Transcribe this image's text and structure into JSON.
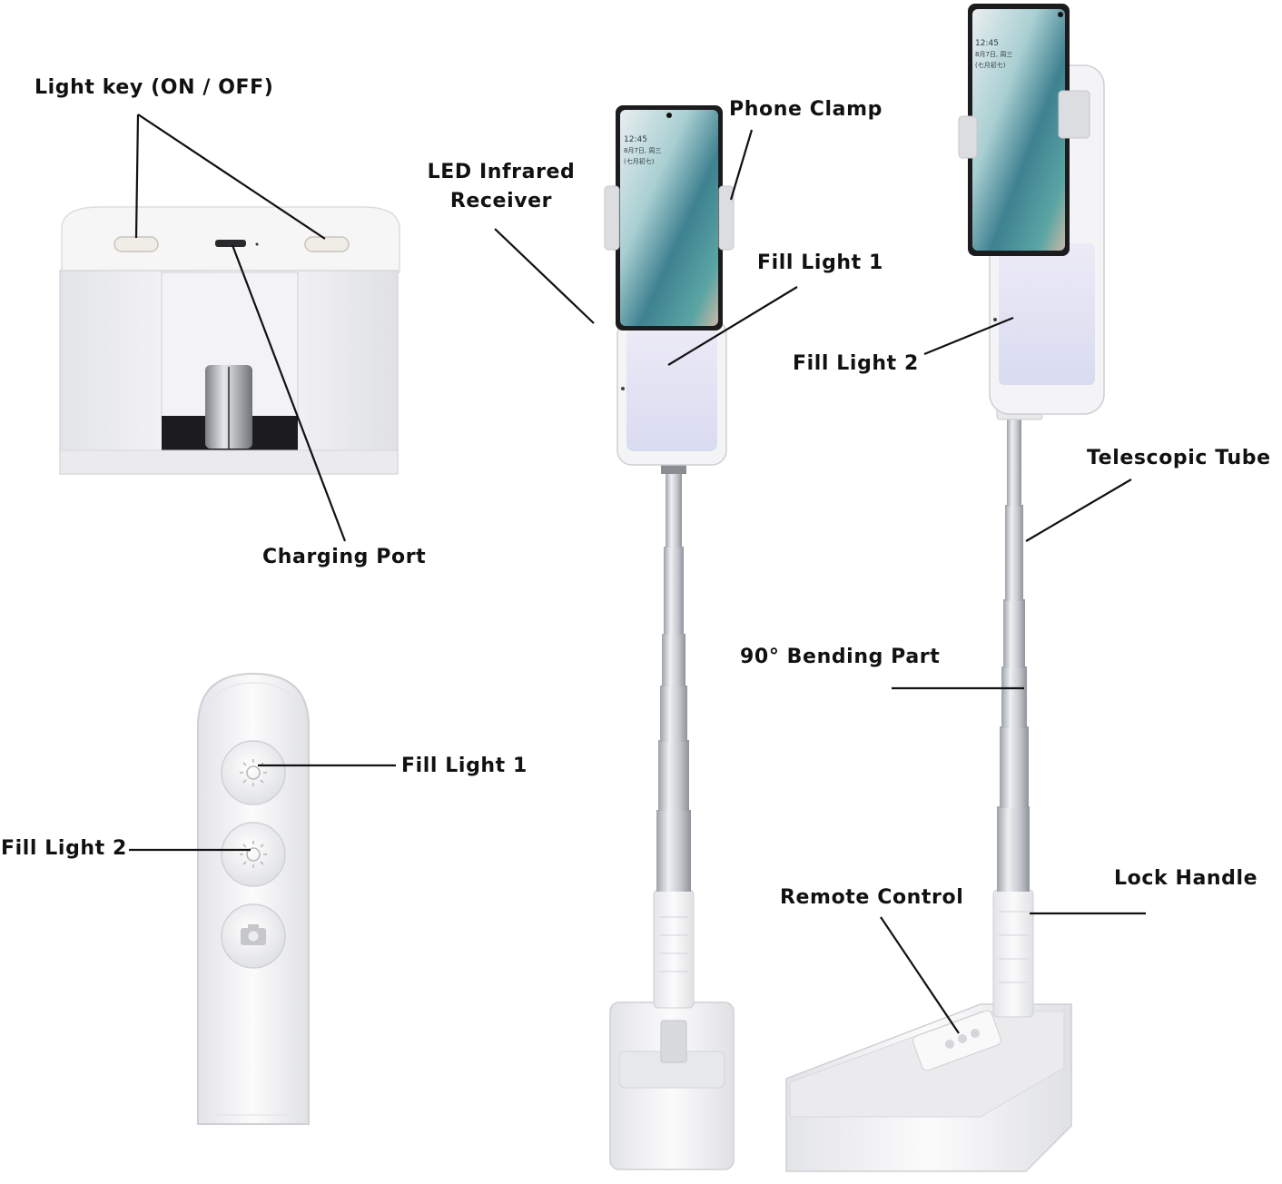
{
  "colors": {
    "label_text": "#111111",
    "leader_line": "#111111",
    "product_white": "#f2f2f3",
    "product_shadow": "#d4d5d8",
    "tube_silver": "#c3c6cb",
    "fill_light_glow": "#dfe0f2",
    "phone_screen": "#3d7d8a"
  },
  "labels": {
    "light_key": "Light key (ON / OFF)",
    "charging_port": "Charging Port",
    "led_receiver_line1": "LED Infrared",
    "led_receiver_line2": "Receiver",
    "phone_clamp": "Phone Clamp",
    "fill_light_1_stand": "Fill Light 1",
    "fill_light_2_stand": "Fill Light 2",
    "telescopic_tube": "Telescopic Tube",
    "bending_part": "90° Bending Part",
    "remote_control": "Remote Control",
    "lock_handle": "Lock Handle",
    "fill_light_1_remote": "Fill Light 1",
    "fill_light_2_remote": "Fill Light 2"
  },
  "phone_screens": {
    "left": {
      "time": "12:45",
      "date": "8月7日, 周三",
      "lunar": "(七月初七)"
    },
    "right": {
      "time": "12:45",
      "date": "8月7日, 周三",
      "lunar": "(七月初七)"
    }
  },
  "icons": {
    "remote_button_1": "sun-bulb-icon",
    "remote_button_2": "sun-bulb-icon",
    "remote_button_3": "camera-icon"
  }
}
